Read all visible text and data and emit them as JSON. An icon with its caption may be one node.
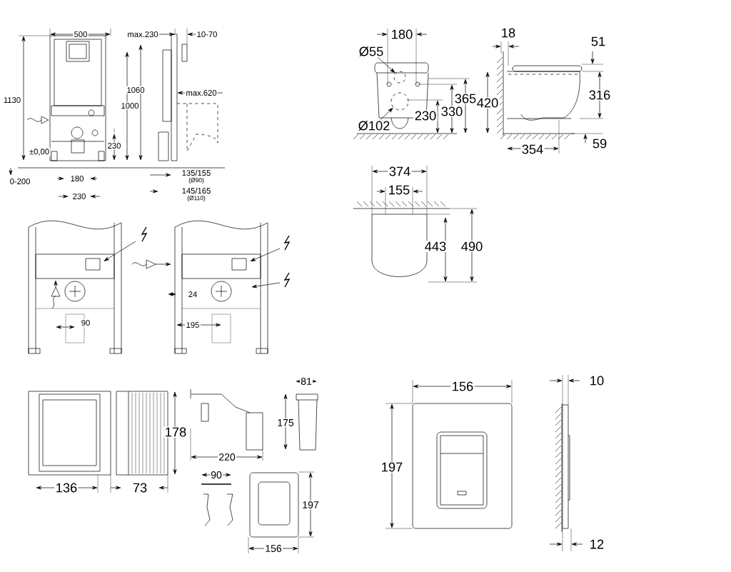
{
  "diagram": {
    "nodes": [
      {
        "text": [
          "Ø55"
        ]
      },
      {
        "text": [
          "Ø102"
        ]
      },
      {
        "text": [],
        "shape": "circle"
      },
      {
        "text": [],
        "shape": "circle"
      }
    ],
    "edges": [
      {
        "from": 0,
        "to": 2,
        "arrow": "to"
      },
      {
        "from": 1,
        "to": 3,
        "arrow": "to"
      }
    ],
    "labels": [
      "500",
      "max.230",
      "10-70",
      "1130",
      "1060",
      "1000",
      "max.620",
      "±0,00",
      "230",
      "0-200",
      "180",
      "135/155",
      "(Ø90)",
      "230",
      "145/165",
      "(Ø110)",
      "180",
      "18",
      "51",
      "365",
      "330",
      "230",
      "420",
      "316",
      "354",
      "59",
      "374",
      "155",
      "443",
      "490",
      "24",
      "90",
      "195",
      "81",
      "178",
      "175",
      "136",
      "73",
      "220",
      "90",
      "197",
      "156",
      "156",
      "10",
      "197",
      "12"
    ]
  }
}
